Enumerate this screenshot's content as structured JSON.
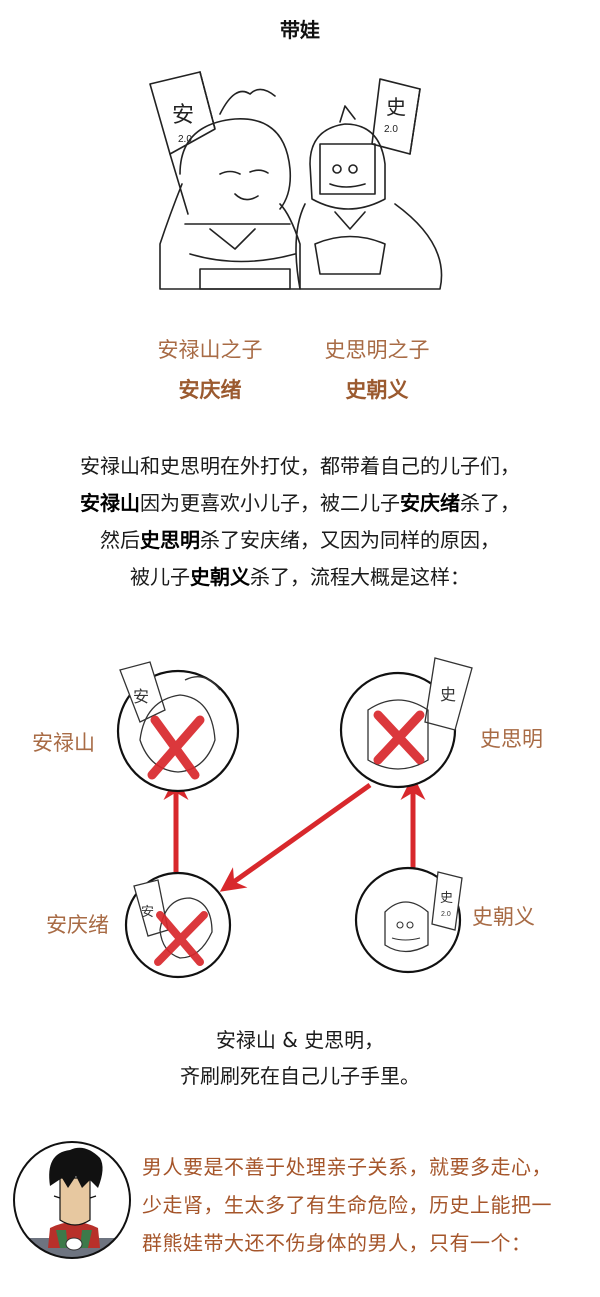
{
  "title": "带娃",
  "hero": {
    "left_flag": "安",
    "left_flag_version": "2.0",
    "right_flag": "史",
    "right_flag_version": "2.0"
  },
  "captions": [
    {
      "relation": "安禄山之子",
      "name": "安庆绪"
    },
    {
      "relation": "史思明之子",
      "name": "史朝义"
    }
  ],
  "paragraph": {
    "lines": [
      [
        {
          "text": "安禄山和史思明在外打仗，都带着自己的儿子们，",
          "bold": false
        }
      ],
      [
        {
          "text": "安禄山",
          "bold": true
        },
        {
          "text": "因为更喜欢小儿子，被二儿子",
          "bold": false
        },
        {
          "text": "安庆绪",
          "bold": true
        },
        {
          "text": "杀了，",
          "bold": false
        }
      ],
      [
        {
          "text": "然后",
          "bold": false
        },
        {
          "text": "史思明",
          "bold": true
        },
        {
          "text": "杀了安庆绪，又因为同样的原因，",
          "bold": false
        }
      ],
      [
        {
          "text": "被儿子",
          "bold": false
        },
        {
          "text": "史朝义",
          "bold": true
        },
        {
          "text": "杀了，流程大概是这样：",
          "bold": false
        }
      ]
    ]
  },
  "diagram": {
    "nodes": [
      {
        "id": "an_lushan",
        "label": "安禄山",
        "crossed": true,
        "flag": "安"
      },
      {
        "id": "shi_siming",
        "label": "史思明",
        "crossed": true,
        "flag": "史"
      },
      {
        "id": "an_qingxu",
        "label": "安庆绪",
        "crossed": true,
        "flag": "安"
      },
      {
        "id": "shi_chaoyi",
        "label": "史朝义",
        "crossed": false,
        "flag": "史",
        "flag_version": "2.0"
      }
    ],
    "edges": [
      {
        "from": "an_qingxu",
        "to": "an_lushan"
      },
      {
        "from": "shi_siming",
        "to": "an_qingxu"
      },
      {
        "from": "shi_chaoyi",
        "to": "shi_siming"
      }
    ],
    "arrow_color": "#d8282c",
    "cross_color": "#d8282c"
  },
  "summary": {
    "line1": "安禄山 & 史思明，",
    "line2": "齐刷刷死在自己儿子手里。"
  },
  "footer": {
    "lines": [
      "男人要是不善于处理亲子关系，就要多走心，",
      "少走肾，生太多了有生命危险，历史上能把一",
      "群熊娃带大还不伤身体的男人，只有一个："
    ]
  },
  "colors": {
    "caption": "#a86b45",
    "footer_text": "#a5552a",
    "arrow": "#d8282c"
  }
}
